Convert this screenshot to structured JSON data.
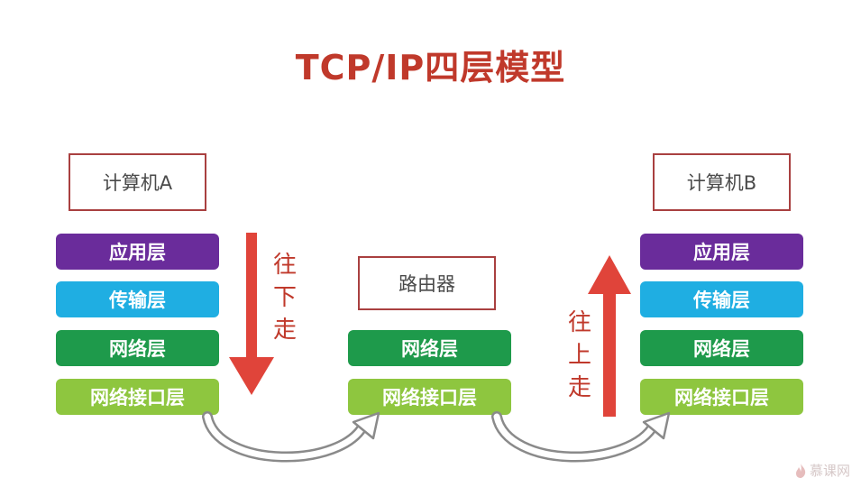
{
  "title": "TCP/IP四层模型",
  "computer_a": {
    "label": "计算机A",
    "layers": [
      "应用层",
      "传输层",
      "网络层",
      "网络接口层"
    ]
  },
  "router": {
    "label": "路由器",
    "layers": [
      "网络层",
      "网络接口层"
    ]
  },
  "computer_b": {
    "label": "计算机B",
    "layers": [
      "应用层",
      "传输层",
      "网络层",
      "网络接口层"
    ]
  },
  "arrows": {
    "down_text": [
      "往",
      "下",
      "走"
    ],
    "up_text": [
      "往",
      "上",
      "走"
    ]
  },
  "colors": {
    "title": "#c0392b",
    "application_layer": "#6a2c9b",
    "transport_layer": "#1faee2",
    "network_layer": "#1e9a4b",
    "link_layer": "#8ec63f",
    "arrow": "#e0443a"
  },
  "watermark": "慕课网"
}
